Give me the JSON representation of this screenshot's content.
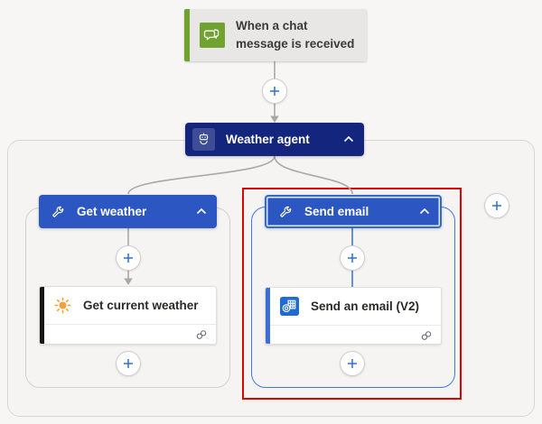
{
  "trigger": {
    "title": "When a chat message is received",
    "icon": "chat-icon",
    "accent_color": "#6fa22e"
  },
  "agent": {
    "title": "Weather agent",
    "icon": "bot-icon",
    "color": "#14257e",
    "chevron": "chevron-up-icon"
  },
  "branches": [
    {
      "header": {
        "label": "Get weather",
        "icon": "wrench-icon",
        "color": "#2c57c2",
        "chevron": "chevron-up-icon",
        "selected": false
      },
      "action": {
        "title": "Get current weather",
        "icon": "sun-icon",
        "accent_color": "#171615",
        "connection_icon": "link-icon"
      }
    },
    {
      "header": {
        "label": "Send email",
        "icon": "wrench-icon",
        "color": "#2c57c2",
        "chevron": "chevron-up-icon",
        "selected": true
      },
      "action": {
        "title": "Send an email (V2)",
        "icon": "outlook-icon",
        "accent_color": "#3b6fd6",
        "connection_icon": "link-icon"
      },
      "highlight_color": "#e00000"
    }
  ],
  "buttons": {
    "insert_step": "plus-icon",
    "add_tool": "plus-icon"
  },
  "colors": {
    "canvas_background": "#f7f6f5",
    "surface_border": "#d8d6d3",
    "connector_gray": "#a8a8a8",
    "connector_blue": "#3f79dd",
    "scope_selected_blue": "#3f79dd",
    "plus_blue": "#2f6fd3",
    "annotation_red": "#e00000"
  }
}
